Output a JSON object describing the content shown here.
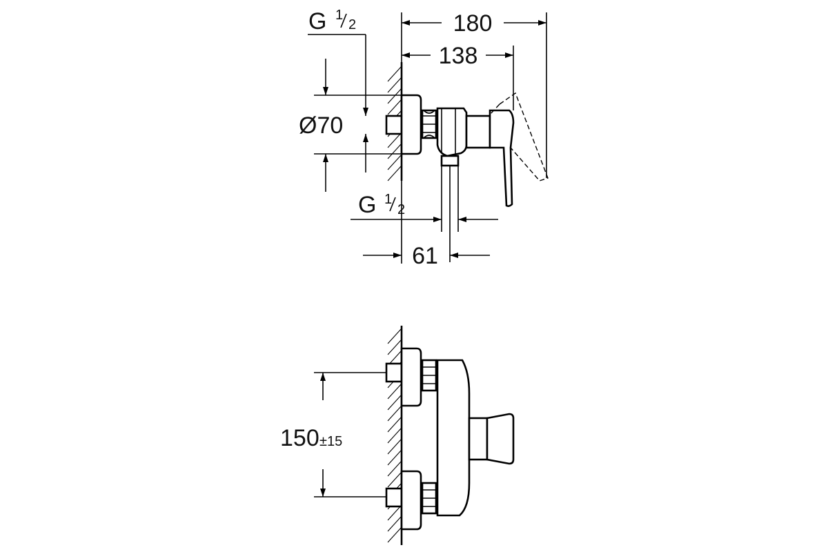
{
  "diagram": {
    "side_view": {
      "dim_total_width": "180",
      "dim_lever_width": "138",
      "dim_rosette_diameter": "Ø70",
      "thread_top": {
        "base": "G",
        "numerator": "1",
        "denominator": "2"
      },
      "thread_outlet": {
        "base": "G",
        "numerator": "1",
        "denominator": "2"
      },
      "dim_outlet_offset": "61"
    },
    "front_view": {
      "dim_inlet_spacing": "150",
      "dim_inlet_tolerance": "±15"
    }
  }
}
